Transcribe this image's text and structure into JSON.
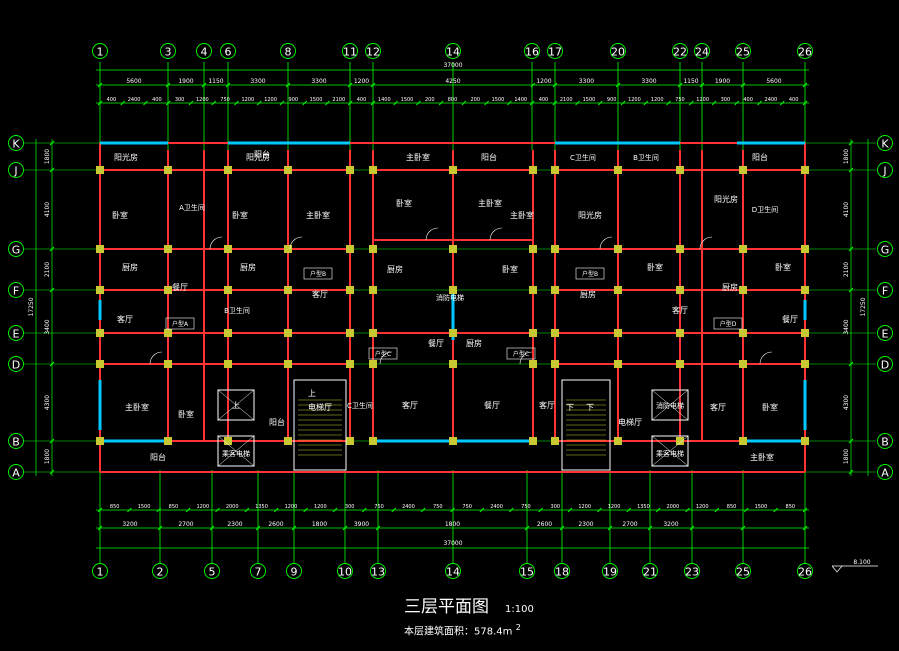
{
  "top_axes": [
    "1",
    "3",
    "4",
    "6",
    "8",
    "11",
    "12",
    "14",
    "16",
    "17",
    "20",
    "22",
    "24",
    "25",
    "26"
  ],
  "bottom_axes": [
    "1",
    "2",
    "5",
    "7",
    "9",
    "10",
    "13",
    "14",
    "15",
    "18",
    "19",
    "21",
    "23",
    "25",
    "26"
  ],
  "left_axes": [
    "K",
    "J",
    "G",
    "F",
    "E",
    "D",
    "B",
    "A"
  ],
  "right_axes": [
    "K",
    "J",
    "G",
    "F",
    "E",
    "D",
    "B",
    "A"
  ],
  "overall_width_dim": "37000",
  "overall_height_dim": "17250",
  "top_dims_row2": [
    "5600",
    "1900",
    "1150",
    "3300",
    "3300",
    "1200",
    "4250",
    "1200",
    "3300",
    "3300",
    "1150",
    "1900",
    "5600"
  ],
  "top_dims_row3": [
    "400",
    "2400",
    "400",
    "300",
    "1200",
    "750",
    "1200",
    "1200",
    "900",
    "1500",
    "2100",
    "400",
    "1400",
    "1500",
    "200",
    "800",
    "200",
    "1500",
    "1400",
    "400",
    "2100",
    "1500",
    "900",
    "1200",
    "1200",
    "750",
    "1200",
    "300",
    "400",
    "2400",
    "400"
  ],
  "bottom_dims_row1": [
    "850",
    "1500",
    "850",
    "1200",
    "2000",
    "1350",
    "1200",
    "1200",
    "300",
    "750",
    "2400",
    "750",
    "750",
    "2400",
    "750",
    "300",
    "1200",
    "1200",
    "1350",
    "2000",
    "1200",
    "850",
    "1500",
    "850"
  ],
  "bottom_dims_row2": [
    "3200",
    "2700",
    "2300",
    "2600",
    "1800",
    "3900",
    "1800",
    "2600",
    "2300",
    "2700",
    "3200"
  ],
  "left_dims": [
    "1800",
    "4100",
    "2100",
    "3400",
    "4300",
    "1800"
  ],
  "right_dims": [
    "1800",
    "4100",
    "2100",
    "3400",
    "4300",
    "1800"
  ],
  "rooms": [
    {
      "id": "yangguangfang-l",
      "text": "阳光房"
    },
    {
      "id": "woshi-l1",
      "text": "卧室"
    },
    {
      "id": "chufang-l",
      "text": "厨房"
    },
    {
      "id": "keting-l",
      "text": "客厅"
    },
    {
      "id": "zhuwoshi-l",
      "text": "主卧室"
    },
    {
      "id": "woshi-l2",
      "text": "卧室"
    },
    {
      "id": "yangtai-l",
      "text": "阳台"
    },
    {
      "id": "canting-l",
      "text": "餐厅"
    },
    {
      "id": "a-weishengjian",
      "text": "A卫生间"
    },
    {
      "id": "yangguangfang-2",
      "text": "阳光房"
    },
    {
      "id": "woshi-2",
      "text": "卧室"
    },
    {
      "id": "zhuwoshi-2",
      "text": "主卧室"
    },
    {
      "id": "chufang-2",
      "text": "厨房"
    },
    {
      "id": "keting-2",
      "text": "客厅"
    },
    {
      "id": "b-weishengjian-l",
      "text": "B卫生间"
    },
    {
      "id": "yangtai-3",
      "text": "阳台"
    },
    {
      "id": "zhuwoshi-3",
      "text": "主卧室"
    },
    {
      "id": "woshi-3",
      "text": "卧室"
    },
    {
      "id": "chufang-3",
      "text": "厨房"
    },
    {
      "id": "canting-3",
      "text": "餐厅"
    },
    {
      "id": "keting-3",
      "text": "客厅"
    },
    {
      "id": "c-weishengjian-l",
      "text": "C卫生间"
    },
    {
      "id": "yangtai-4",
      "text": "阳台"
    },
    {
      "id": "zhuwoshi-4",
      "text": "主卧室"
    },
    {
      "id": "woshi-4",
      "text": "卧室"
    },
    {
      "id": "chufang-4",
      "text": "厨房"
    },
    {
      "id": "canting-4",
      "text": "餐厅"
    },
    {
      "id": "keting-4",
      "text": "客厅"
    },
    {
      "id": "c-weishengjian-r",
      "text": "C卫生间"
    },
    {
      "id": "yangguangfang-5",
      "text": "阳光房"
    },
    {
      "id": "zhuwoshi-5",
      "text": "主卧室"
    },
    {
      "id": "woshi-5",
      "text": "卧室"
    },
    {
      "id": "chufang-5",
      "text": "厨房"
    },
    {
      "id": "keting-5",
      "text": "客厅"
    },
    {
      "id": "b-weishengjian-r",
      "text": "B卫生间"
    },
    {
      "id": "yangtai-6",
      "text": "阳台"
    },
    {
      "id": "yangguangfang-r",
      "text": "阳光房"
    },
    {
      "id": "d-weishengjian",
      "text": "D卫生间"
    },
    {
      "id": "woshi-r1",
      "text": "卧室"
    },
    {
      "id": "chufang-r",
      "text": "厨房"
    },
    {
      "id": "canting-r",
      "text": "餐厅"
    },
    {
      "id": "keting-r",
      "text": "客厅"
    },
    {
      "id": "woshi-r2",
      "text": "卧室"
    },
    {
      "id": "zhuwoshi-r",
      "text": "主卧室"
    },
    {
      "id": "yangtai-r",
      "text": "阳台"
    },
    {
      "id": "dianti-l",
      "text": "电梯厅"
    },
    {
      "id": "dianti-r",
      "text": "电梯厅"
    },
    {
      "id": "shang-l",
      "text": "上"
    },
    {
      "id": "xia-l",
      "text": "下"
    },
    {
      "id": "xia-r",
      "text": "下"
    },
    {
      "id": "shang-r",
      "text": "上"
    },
    {
      "id": "elev-1",
      "text": "乘客电梯"
    },
    {
      "id": "elev-2",
      "text": "消防电梯"
    },
    {
      "id": "elev-3",
      "text": "乘客电梯"
    },
    {
      "id": "elev-4",
      "text": "消防电梯"
    }
  ],
  "unit_tags": [
    "户型A",
    "户型B",
    "户型C",
    "户型C",
    "户型B",
    "户型D"
  ],
  "title": "三层平面图",
  "scale": "1:100",
  "area_label": "本层建筑面积：578.4m",
  "area_superscript": "2",
  "level_mark": "8.100",
  "colors": {
    "background": "#000000",
    "axis_lines": "#00ff00",
    "walls": "#ff3333",
    "glazing": "#00c8ff",
    "columns": "#c8c832",
    "labels": "#ffffff",
    "door_swing": "#ffffff"
  }
}
